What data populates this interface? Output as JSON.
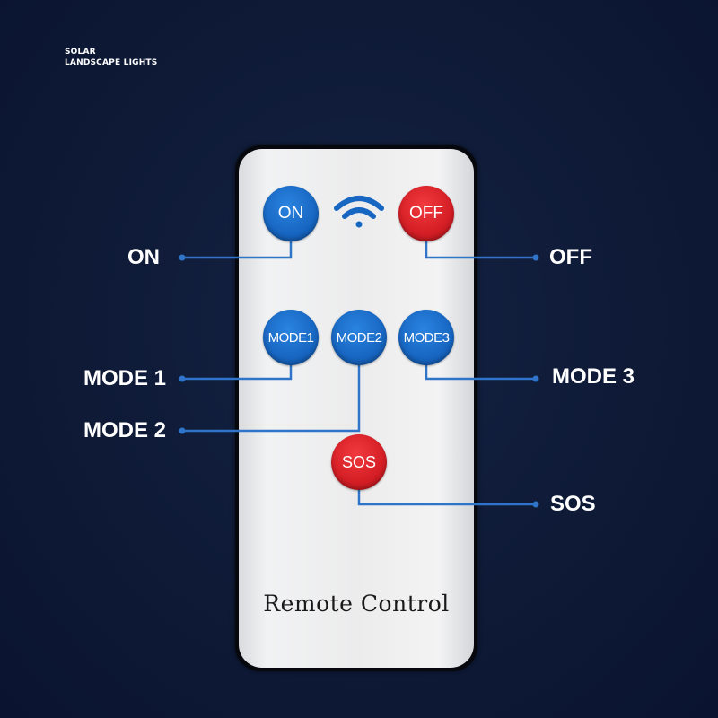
{
  "brand": {
    "line1": "SOLAR",
    "line2": "LANDSCAPE LIGHTS"
  },
  "remote": {
    "label": "Remote Control",
    "buttons": {
      "on": "ON",
      "off": "OFF",
      "mode1": "MODE1",
      "mode2": "MODE2",
      "mode3": "MODE3",
      "sos": "SOS"
    },
    "signal_icon": "wifi-signal-icon"
  },
  "callouts": {
    "on": "ON",
    "off": "OFF",
    "mode1": "MODE 1",
    "mode2": "MODE 2",
    "mode3": "MODE 3",
    "sos": "SOS"
  },
  "colors": {
    "background": "#0e1a36",
    "button_blue": "#1766c2",
    "button_red": "#d41e25",
    "leader_line": "#2f74c8"
  }
}
